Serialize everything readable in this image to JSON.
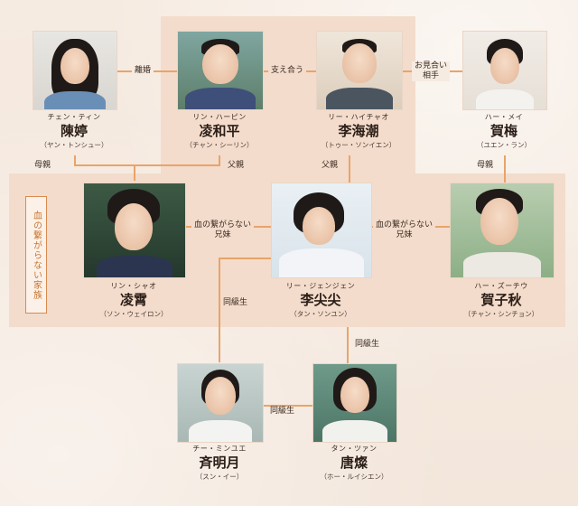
{
  "people": {
    "chen_ting": {
      "reading": "チェン・ティン",
      "name": "陳婷",
      "actor": "（ヤン・トンシュー）"
    },
    "ling_heping": {
      "reading": "リン・ハーピン",
      "name": "凌和平",
      "actor": "（チャン・シーリン）"
    },
    "li_haichao": {
      "reading": "リー・ハイチャオ",
      "name": "李海潮",
      "actor": "（トゥー・ソンイエン）"
    },
    "he_mei": {
      "reading": "ハー・メイ",
      "name": "賀梅",
      "actor": "（ユエン・ラン）"
    },
    "ling_xiao": {
      "reading": "リン・シャオ",
      "name": "凌霄",
      "actor": "（ソン・ウェイロン）"
    },
    "li_jianjian": {
      "reading": "リー・ジェンジェン",
      "name": "李尖尖",
      "actor": "（タン・ソンユン）"
    },
    "he_ziqiu": {
      "reading": "ハー・ズーチウ",
      "name": "賀子秋",
      "actor": "（チャン・シンチョン）"
    },
    "qi_mingyue": {
      "reading": "チー・ミンユエ",
      "name": "斉明月",
      "actor": "（スン・イー）"
    },
    "tang_can": {
      "reading": "タン・ツァン",
      "name": "唐燦",
      "actor": "（ホー・ルイシエン）"
    }
  },
  "relations": {
    "divorce": "離婚",
    "support": "支え合う",
    "omiai_line1": "お見合い",
    "omiai_line2": "相手",
    "mother_left": "母親",
    "father_mid": "父親",
    "father_li": "父親",
    "mother_right": "母親",
    "nonblood_left_line1": "血の繋がらない",
    "nonblood_left_line2": "兄妹",
    "nonblood_right_line1": "血の繋がらない",
    "nonblood_right_line2": "兄妹",
    "classmate_left": "同級生",
    "classmate_right": "同級生",
    "classmate_bottom": "同級生"
  },
  "family_label": "血の繋がらない家族",
  "colors": {
    "line": "#e8a46a",
    "panel": "#f3dccb",
    "accent": "#d98a4f",
    "background": "#f6ebe1"
  }
}
